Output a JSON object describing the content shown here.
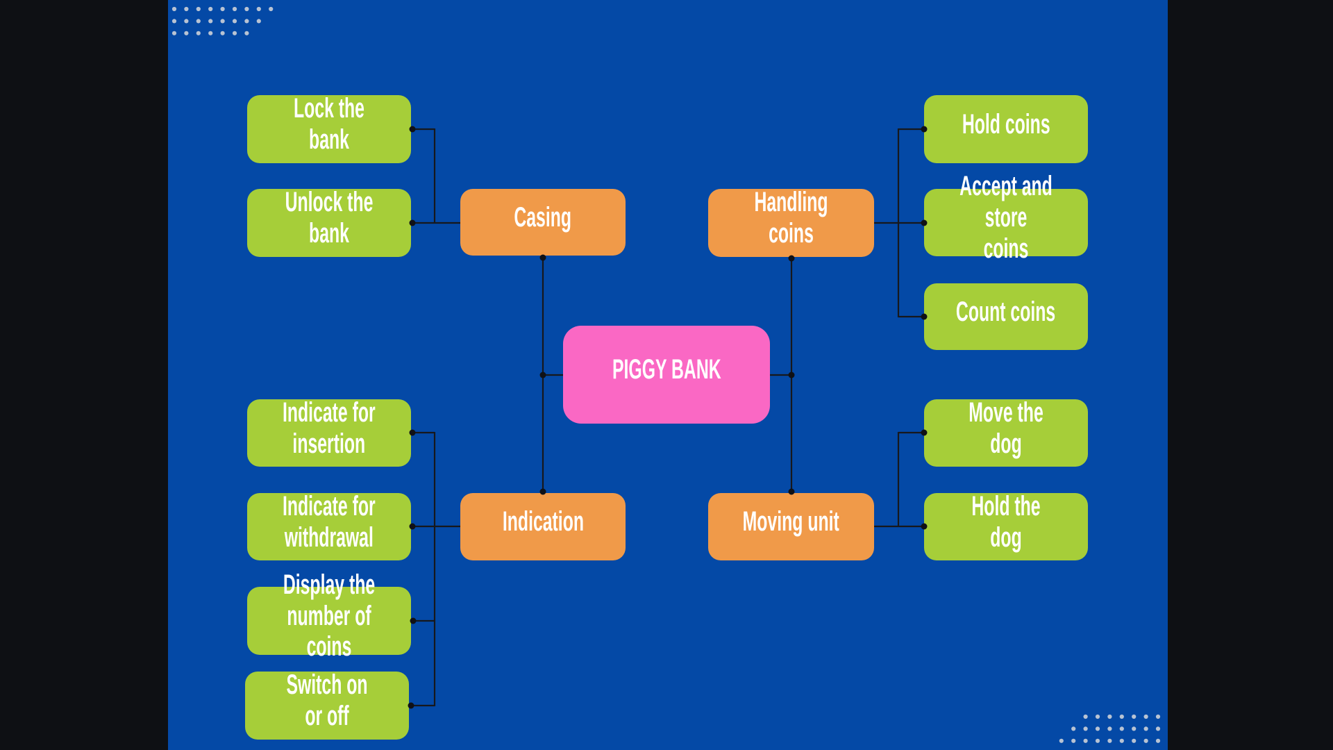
{
  "nodes": {
    "piggy_bank": "PIGGY BANK",
    "casing": "Casing",
    "lock": "Lock the bank",
    "unlock": "Unlock the bank",
    "indication": "Indication",
    "insertion": "Indicate for\ninsertion",
    "withdrawal": "Indicate for\nwithdrawal",
    "display": "Display the\nnumber of coins",
    "switch": "Switch on or off",
    "handling": "Handling coins",
    "hold_coins": "Hold coins",
    "accept": "Accept and store\ncoins",
    "count": "Count coins",
    "moving": "Moving unit",
    "move_dog": "Move the dog",
    "hold_dog": "Hold the dog"
  },
  "colors": {
    "background": "#0449a6",
    "frame": "#0e1014",
    "topic": "#fa68c4",
    "branch": "#f09a49",
    "leaf": "#a6ce39",
    "connector": "#17181c",
    "decor_dot": "#d2d4da",
    "text": "#ffffff"
  }
}
